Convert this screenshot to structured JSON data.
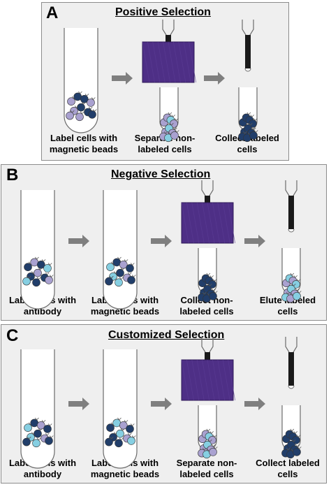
{
  "colors": {
    "panel_bg": "#efefef",
    "panel_border": "#8c8c8c",
    "magnet": "#4e2f86",
    "cell_dark": "#213e6a",
    "cell_light": "#a9a1d0",
    "cell_cyan": "#86cfe2",
    "arrow": "#7f7f7f"
  },
  "panels": [
    {
      "letter": "A",
      "title": "Positive Selection",
      "steps": [
        "Label cells with\nmagnetic beads",
        "Separate non-\nlabeled cells",
        "Collect labeled\ncells"
      ]
    },
    {
      "letter": "B",
      "title": "Negative Selection",
      "steps": [
        "Label cells with\nantibody",
        "Label cells with\nmagnetic beads",
        "Collect non-\nlabeled cells",
        "Elute labeled\ncells"
      ]
    },
    {
      "letter": "C",
      "title": "Customized Selection",
      "steps": [
        "Label cells with\nantibody",
        "Label cells with\nmagnetic beads",
        "Separate non-\nlabeled cells",
        "Collect labeled\ncells"
      ]
    }
  ]
}
